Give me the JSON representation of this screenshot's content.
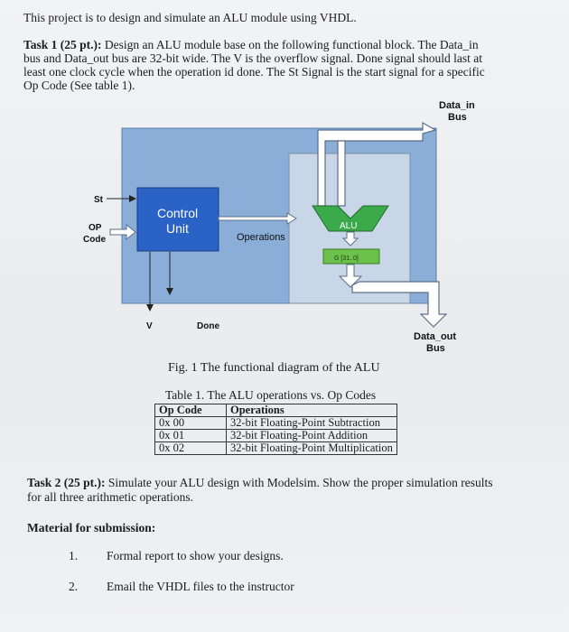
{
  "intro": "This project is to design and simulate an ALU module using VHDL.",
  "task1": {
    "heading": "Task 1 (25 pt.):",
    "line1": " Design an ALU module base on the following functional block. The Data_in",
    "line2": "bus and Data_out bus are 32-bit wide.  The V is the overflow signal.  Done signal should last at",
    "line3": "least one clock cycle when the operation id done.  The St Signal is the start signal for a specific",
    "line4": "Op Code (See table 1)."
  },
  "diagram": {
    "data_in_line1": "Data_in",
    "data_in_line2": "Bus",
    "st": "St",
    "op_line1": "OP",
    "op_line2": "Code",
    "control_line1": "Control",
    "control_line2": "Unit",
    "operations": "Operations",
    "alu": "ALU",
    "register": "G [31..0]",
    "v": "V",
    "done": "Done",
    "data_out_line1": "Data_out",
    "data_out_line2": "Bus",
    "colors": {
      "outer_box": "#8aaed8",
      "control_unit": "#2b62c6",
      "inner_box": "#c8d6e8",
      "alu": "#3aaa4a",
      "register": "#6cc14a"
    }
  },
  "caption": "Fig. 1 The functional diagram of the ALU",
  "table": {
    "title": "Table 1.  The ALU operations vs. Op Codes",
    "headers": [
      "Op Code",
      "Operations"
    ],
    "rows": [
      [
        "0x 00",
        "32-bit Floating-Point Subtraction"
      ],
      [
        "0x 01",
        "32-bit Floating-Point Addition"
      ],
      [
        "0x 02",
        "32-bit Floating-Point Multiplication"
      ]
    ]
  },
  "task2": {
    "heading": "Task 2 (25 pt.):",
    "line1": " Simulate your ALU design with Modelsim.  Show the proper simulation results",
    "line2": "for all three arithmetic operations."
  },
  "material": {
    "heading": "Material for submission:",
    "items": [
      {
        "num": "1.",
        "text": "Formal report to show your designs."
      },
      {
        "num": "2.",
        "text": "Email the VHDL files to the instructor"
      }
    ]
  }
}
